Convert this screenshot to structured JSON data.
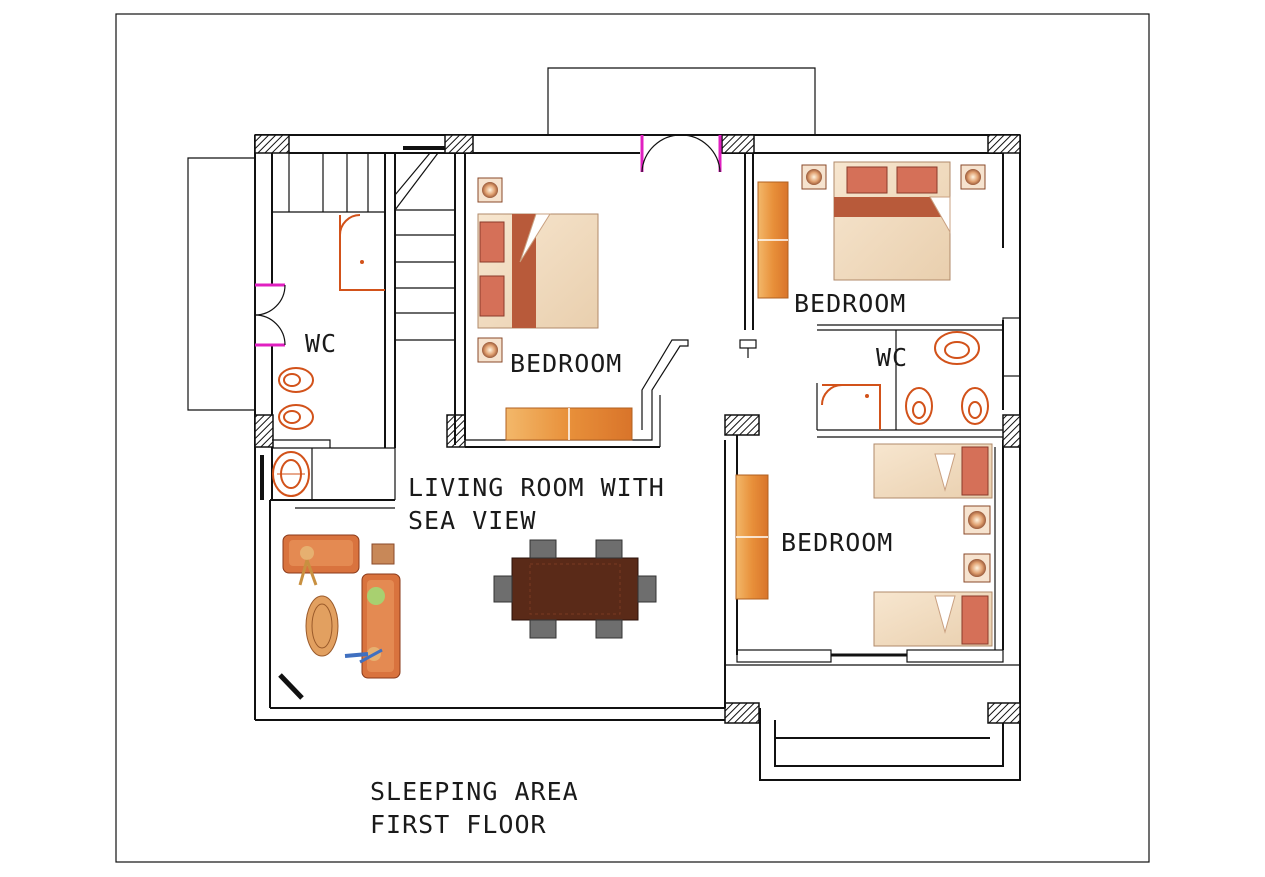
{
  "labels": {
    "wc_left": "WC",
    "bedroom_center": "BEDROOM",
    "bedroom_top_right": "BEDROOM",
    "wc_right": "WC",
    "bedroom_lower_right": "BEDROOM",
    "living_line1": "LIVING ROOM WITH",
    "living_line2": "SEA VIEW",
    "caption_line1": "SLEEPING AREA",
    "caption_line2": "FIRST FLOOR"
  },
  "colors": {
    "wall": "#111111",
    "door_accent": "#e020c0",
    "fixture": "#d2521a",
    "furniture": "#e8903a",
    "bed_cover": "#f2dfc5",
    "table": "#5a2a18",
    "chair": "#6e6e6e"
  }
}
